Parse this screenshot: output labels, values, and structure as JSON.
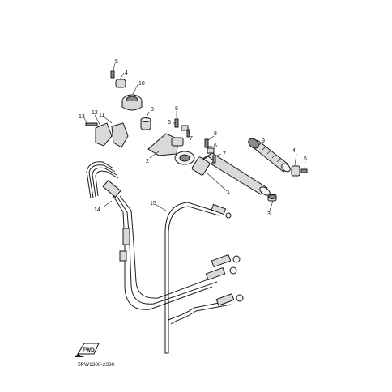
{
  "callouts": {
    "c1": "1",
    "c2": "2",
    "c3a": "3",
    "c3b": "3",
    "c4a": "4",
    "c4b": "4",
    "c5a": "5",
    "c5b": "5",
    "c6a": "6",
    "c6b": "6",
    "c7a": "7",
    "c7b": "7",
    "c8a": "8",
    "c8b": "8",
    "c9": "9",
    "c10": "10",
    "c11": "11",
    "c12": "12",
    "c13": "13",
    "c14": "14",
    "c15": "15"
  },
  "diagram_code": "5PW1300-2330",
  "front_indicator": "FWD"
}
